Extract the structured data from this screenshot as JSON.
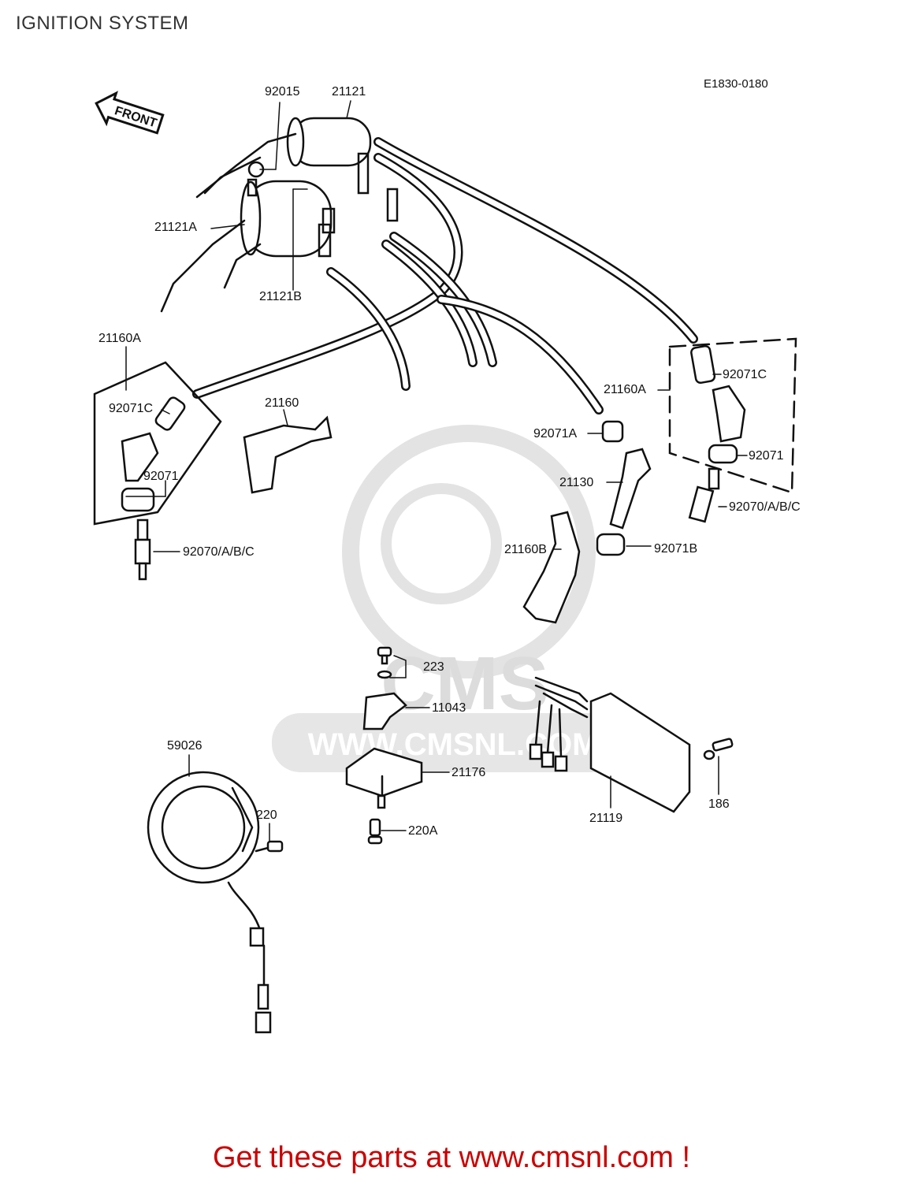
{
  "page": {
    "title": "IGNITION SYSTEM",
    "reference_code": "E1830-0180",
    "footer_link": "Get these parts at www.cmsnl.com !",
    "footer_color": "#cc0000"
  },
  "watermark": {
    "text": "CMS",
    "url": "WWW.CMSNL.COM",
    "color": "#d9d9d9"
  },
  "front_arrow": {
    "label": "FRONT",
    "icon": "front-arrow-icon"
  },
  "callouts": [
    {
      "id": "92015",
      "label": "92015"
    },
    {
      "id": "21121",
      "label": "21121"
    },
    {
      "id": "21121A",
      "label": "21121A"
    },
    {
      "id": "21121B",
      "label": "21121B"
    },
    {
      "id": "21160A-left",
      "label": "21160A"
    },
    {
      "id": "92071C-left",
      "label": "92071C"
    },
    {
      "id": "92071-left",
      "label": "92071"
    },
    {
      "id": "92070-left",
      "label": "92070/A/B/C"
    },
    {
      "id": "21160",
      "label": "21160"
    },
    {
      "id": "21160A-right",
      "label": "21160A"
    },
    {
      "id": "92071C-right",
      "label": "92071C"
    },
    {
      "id": "92071-right",
      "label": "92071"
    },
    {
      "id": "92070-right",
      "label": "92070/A/B/C"
    },
    {
      "id": "92071A",
      "label": "92071A"
    },
    {
      "id": "21130",
      "label": "21130"
    },
    {
      "id": "21160B",
      "label": "21160B"
    },
    {
      "id": "92071B",
      "label": "92071B"
    },
    {
      "id": "223",
      "label": "223"
    },
    {
      "id": "11043",
      "label": "11043"
    },
    {
      "id": "21176",
      "label": "21176"
    },
    {
      "id": "220A",
      "label": "220A"
    },
    {
      "id": "59026",
      "label": "59026"
    },
    {
      "id": "220",
      "label": "220"
    },
    {
      "id": "21119",
      "label": "21119"
    },
    {
      "id": "186",
      "label": "186"
    }
  ]
}
